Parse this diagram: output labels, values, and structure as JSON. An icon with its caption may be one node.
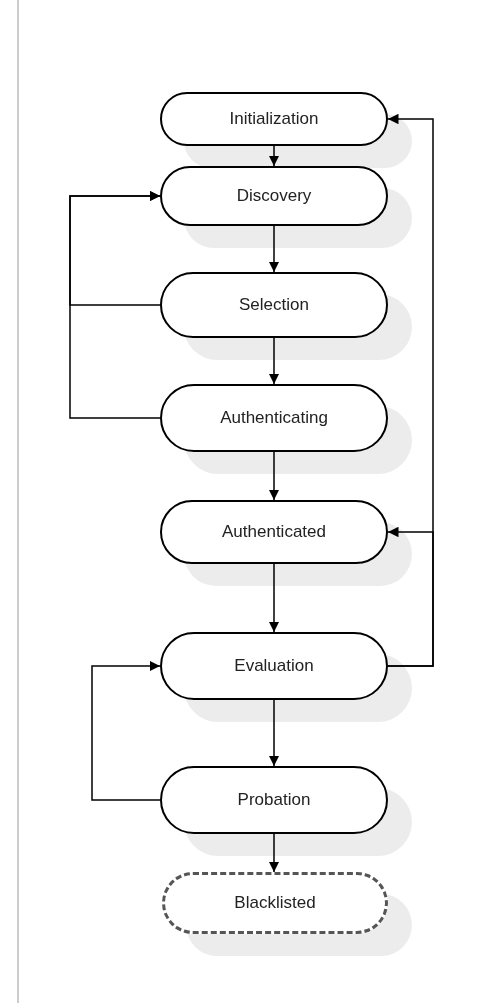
{
  "diagram": {
    "nodes": [
      {
        "text": [
          "Initialization"
        ]
      },
      {
        "text": [
          "Discovery"
        ]
      },
      {
        "text": [
          "Selection"
        ]
      },
      {
        "text": [
          "Authenticating"
        ]
      },
      {
        "text": [
          "Authenticated"
        ]
      },
      {
        "text": [
          "Evaluation"
        ]
      },
      {
        "text": [
          "Probation"
        ]
      },
      {
        "text": [
          "Blacklisted"
        ]
      }
    ],
    "edges": [
      {
        "from": 0,
        "to": 1,
        "arrow": "to"
      },
      {
        "from": 1,
        "to": 2,
        "arrow": "to"
      },
      {
        "from": 2,
        "to": 3,
        "arrow": "to"
      },
      {
        "from": 3,
        "to": 4,
        "arrow": "to"
      },
      {
        "from": 4,
        "to": 5,
        "arrow": "to"
      },
      {
        "from": 5,
        "to": 6,
        "arrow": "to"
      },
      {
        "from": 6,
        "to": 7,
        "arrow": "to"
      },
      {
        "from": 2,
        "to": 1,
        "arrow": "to"
      },
      {
        "from": 3,
        "to": 1,
        "arrow": "to"
      },
      {
        "from": 5,
        "to": 0,
        "arrow": "to"
      },
      {
        "from": 5,
        "to": 4,
        "arrow": "to"
      },
      {
        "from": 6,
        "to": 5,
        "arrow": "to"
      }
    ]
  }
}
